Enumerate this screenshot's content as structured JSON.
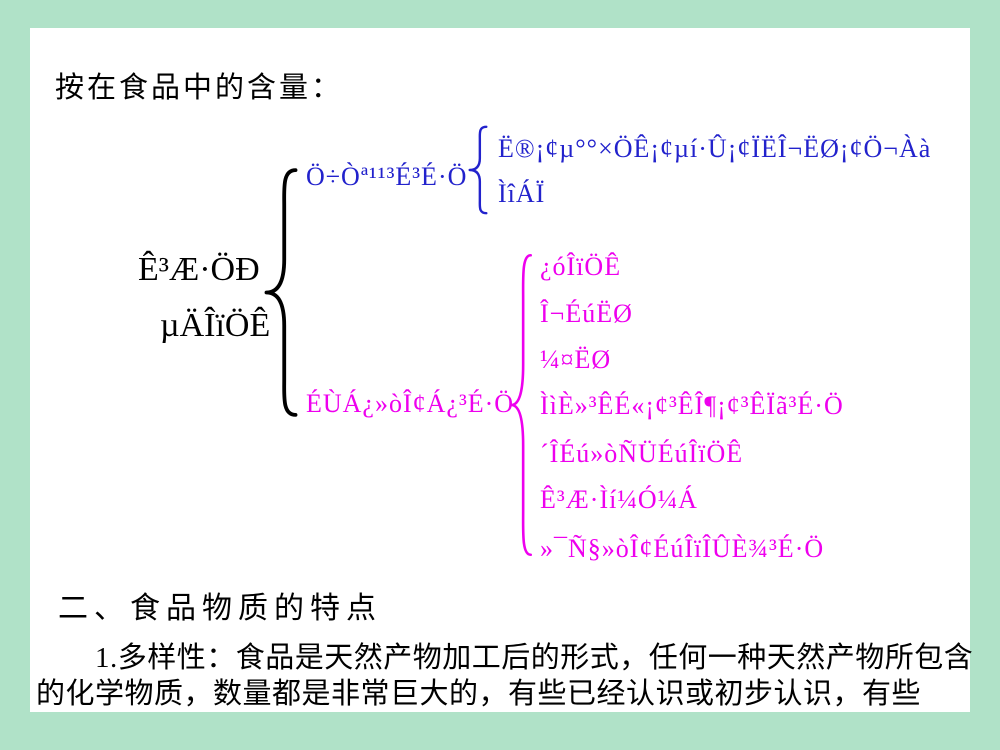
{
  "slide": {
    "heading": "按在食品中的含量：",
    "section_title": "二、食品物质的特点",
    "paragraph_line1": "1.多样性：食品是天然产物加工后的形式，任何一种天然产物所包含",
    "paragraph_line2": "的化学物质，数量都是非常巨大的，有些已经认识或初步认识，有些"
  },
  "diagram": {
    "root_label_line1": "Ê³Æ·ÖÐ",
    "root_label_line2": "µÄÎïÖÊ",
    "branch_major": {
      "label": "Ö÷Òª¹¹³É³É·Ö",
      "color": "#2222cc",
      "items": [
        "Ë®¡¢µ°°×ÖÊ¡¢µí·Û¡¢ÏËÎ¬ËØ¡¢Ö¬Àà",
        "ÌîÁÏ"
      ]
    },
    "branch_minor": {
      "label": "ÉÙÁ¿»òÎ¢Á¿³É·Ö",
      "color": "#ee00ee",
      "items": [
        "¿óÎïÖÊ",
        "Î¬ÉúËØ",
        "¼¤ËØ",
        "ÌìÈ»³ÊÉ«¡¢³ÊÎ¶¡¢³ÊÏã³É·Ö",
        "´ÎÉú»òÑÜÉúÎïÖÊ",
        "Ê³Æ·Ìí¼Ó¼Á",
        "»¯Ñ§»òÎ¢ÉúÎïÎÛÈ¾³É·Ö"
      ]
    }
  },
  "colors": {
    "frame": "#b0e2c8",
    "background": "#ffffff",
    "text": "#000000",
    "branch_major": "#2222cc",
    "branch_minor": "#ee00ee"
  }
}
